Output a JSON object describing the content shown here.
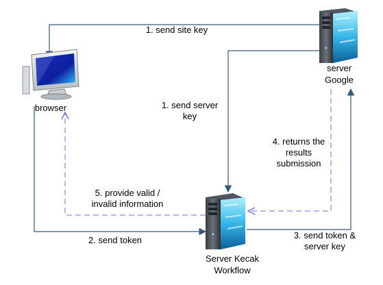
{
  "nodes": {
    "browser": {
      "label": "browser"
    },
    "google": {
      "label_line1": "server",
      "label_line2": "Google"
    },
    "kecak": {
      "label_line1": "Server Kecak",
      "label_line2": "Workflow"
    }
  },
  "edges": {
    "send_site_key": {
      "label": "1. send site key"
    },
    "send_server_key": {
      "label_line1": "1. send server",
      "label_line2": "key"
    },
    "send_token": {
      "label": "2. send token"
    },
    "send_token_server_key": {
      "label_line1": "3. send token &",
      "label_line2": "server key"
    },
    "returns_results": {
      "label_line1": "4. returns the",
      "label_line2": "results",
      "label_line3": "submission"
    },
    "provide_info": {
      "label_line1": "5. provide valid /",
      "label_line2": "invalid information"
    }
  },
  "colors": {
    "solid_line": "#34597a",
    "dashed_line": "#6f6fd8"
  }
}
